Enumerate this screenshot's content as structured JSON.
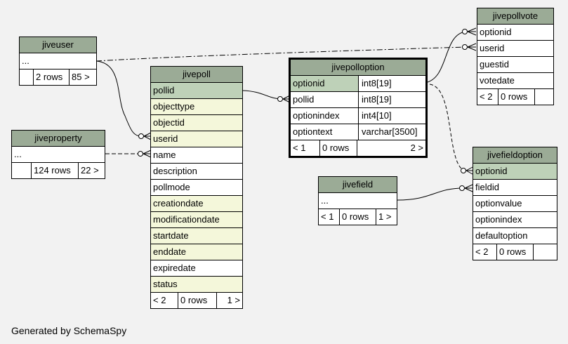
{
  "tables": {
    "jiveuser": {
      "name": "jiveuser",
      "rows": [
        "..."
      ],
      "footer": [
        "",
        "2 rows",
        "85 >"
      ]
    },
    "jiveproperty": {
      "name": "jiveproperty",
      "rows": [
        "..."
      ],
      "footer": [
        "",
        "124 rows",
        "22 >"
      ]
    },
    "jivepoll": {
      "name": "jivepoll",
      "rows": [
        "pollid",
        "objecttype",
        "objectid",
        "userid",
        "name",
        "description",
        "pollmode",
        "creationdate",
        "modificationdate",
        "startdate",
        "enddate",
        "expiredate",
        "status"
      ],
      "footer": [
        "< 2",
        "0 rows",
        "1 >"
      ]
    },
    "jivepolloption": {
      "name": "jivepolloption",
      "rows": [
        [
          "optionid",
          "int8[19]"
        ],
        [
          "pollid",
          "int8[19]"
        ],
        [
          "optionindex",
          "int4[10]"
        ],
        [
          "optiontext",
          "varchar[3500]"
        ]
      ],
      "footer": [
        "< 1",
        "0 rows",
        "2 >"
      ]
    },
    "jivepollvote": {
      "name": "jivepollvote",
      "rows": [
        "optionid",
        "userid",
        "guestid",
        "votedate"
      ],
      "footer": [
        "< 2",
        "0 rows",
        ""
      ]
    },
    "jivefield": {
      "name": "jivefield",
      "rows": [
        "..."
      ],
      "footer": [
        "< 1",
        "0 rows",
        "1 >"
      ]
    },
    "jivefieldoption": {
      "name": "jivefieldoption",
      "rows": [
        "optionid",
        "fieldid",
        "optionvalue",
        "optionindex",
        "defaultoption"
      ],
      "footer": [
        "< 2",
        "0 rows",
        ""
      ]
    }
  },
  "footer_text": "Generated by SchemaSpy",
  "colors": {
    "header": "#9bab96",
    "primary_key": "#bed1b8",
    "foreign_key": "#f4f7da",
    "background": "#f2f2f2"
  }
}
